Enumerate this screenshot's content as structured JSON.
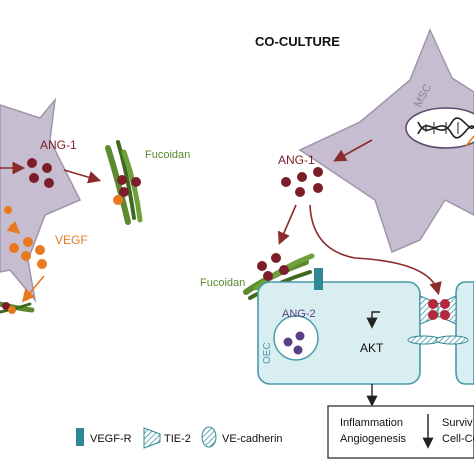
{
  "title": "CO-CULTURE",
  "labels": {
    "ang1_left": "ANG-1",
    "ang1_right": "ANG-1",
    "fucoidan_left": "Fucoidan",
    "fucoidan_right": "Fucoidan",
    "vegf": "VEGF",
    "msc": "MSC",
    "ang2": "ANG-2",
    "oec": "OEC",
    "akt": "AKT",
    "outcome_left_line1": "Inflammation",
    "outcome_left_line2": "Angiogenesis",
    "outcome_right_line1": "Surviv",
    "outcome_right_line2": "Cell-Ce"
  },
  "legend": [
    {
      "label": "VEGF-R",
      "icon": "vegf-receptor-icon"
    },
    {
      "label": "TIE-2",
      "icon": "tie2-receptor-icon"
    },
    {
      "label": "VE-cadherin",
      "icon": "ve-cadherin-icon"
    }
  ],
  "colors": {
    "cell_fill": "#c6bdd0",
    "cell_stroke": "#9f96ad",
    "ang1": "#7b1e2a",
    "vegf": "#e8791e",
    "fucoidan_green": "#5c8a2e",
    "oec_fill": "#d8eef0",
    "oec_stroke": "#4a9aaa",
    "receptor": "#2f8a96",
    "ang2": "#5b3f86",
    "arrow_dark": "#8b2b2b"
  }
}
